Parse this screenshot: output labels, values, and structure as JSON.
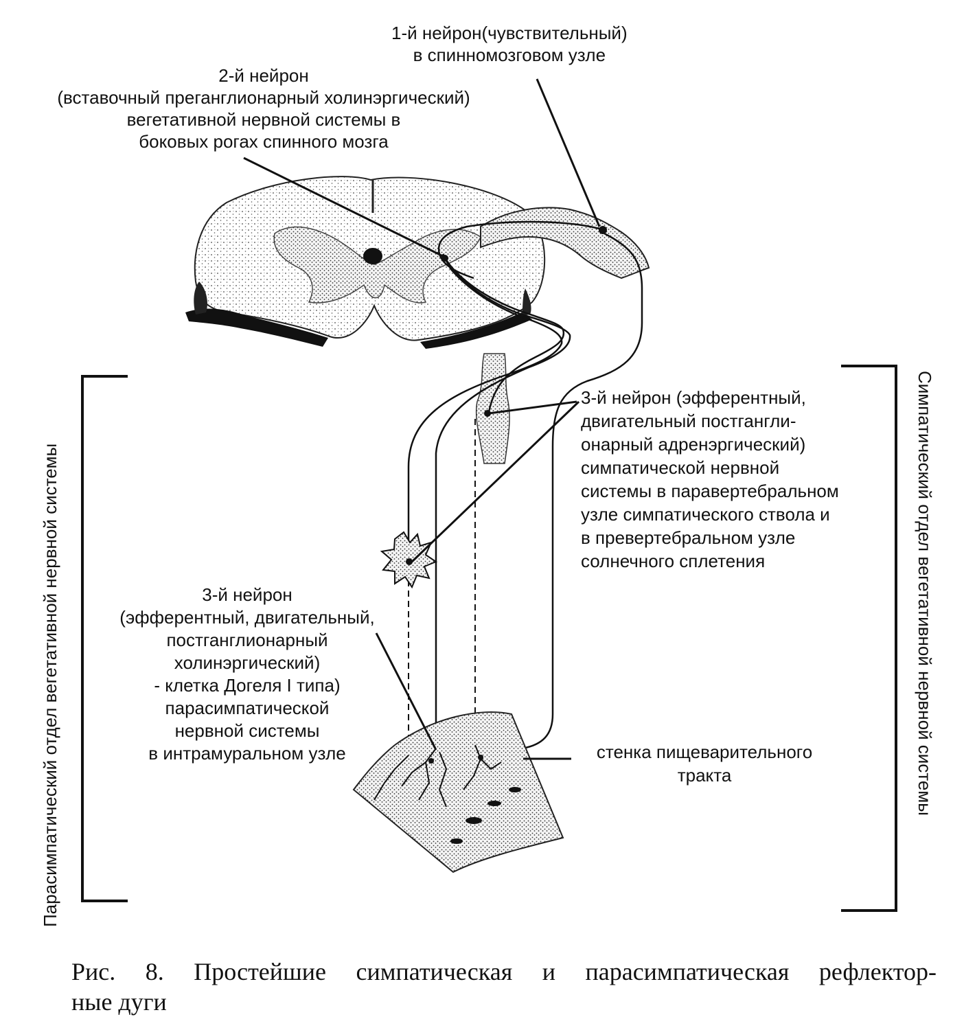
{
  "labels": {
    "neuron1": [
      "1-й нейрон(чувствительный)",
      "в спинномозговом узле"
    ],
    "neuron2": [
      "2-й нейрон",
      "(вставочный преганглионарный холинэргический)",
      "вегетативной нервной системы в",
      "боковых рогах спинного  мозга"
    ],
    "neuron3_symp": [
      "3-й нейрон (эфферентный,",
      "двигательный постгангли-",
      "онарный адренэргический)",
      "симпатической  нервной",
      "системы в паравертебральном",
      "узле симпатического ствола и",
      "в превертебральном узле",
      "солнечного сплетения"
    ],
    "neuron3_para": [
      "3-й нейрон",
      "(эфферентный, двигательный,",
      "постганглионарный",
      "холинэргический)",
      "- клетка  Догеля I типа)",
      "парасимпатической",
      "нервной системы",
      "в интрамуральном узле"
    ],
    "wall": [
      "стенка пищеварительного",
      "тракта"
    ]
  },
  "side_labels": {
    "parasympathetic": "Парасимпатический отдел вегетативной нервной системы",
    "sympathetic": "Симпатический отдел вегетативной нервной системы"
  },
  "caption": {
    "line1": "Рис. 8. Простейшие симпатическая и парасимпатическая рефлектор-",
    "line2": "ные дуги"
  }
}
